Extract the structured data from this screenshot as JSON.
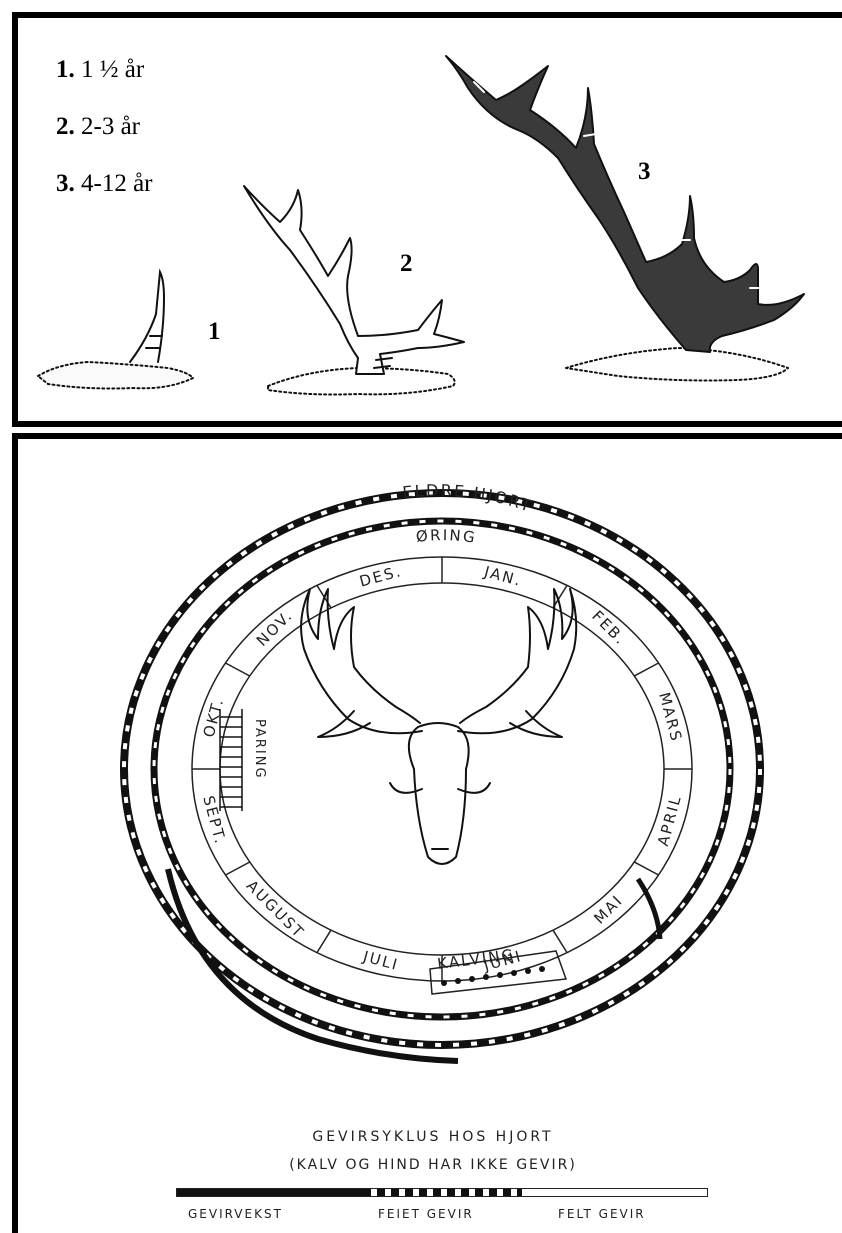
{
  "legend": {
    "items": [
      {
        "num": "1.",
        "text": " 1 ½ år"
      },
      {
        "num": "2.",
        "text": " 2-3 år"
      },
      {
        "num": "3.",
        "text": " 4-12 år"
      }
    ]
  },
  "antler_labels": {
    "one": "1",
    "two": "2",
    "three": "3"
  },
  "cycle": {
    "outer_ring_label": "ELDRE HJORT",
    "inner_ring_label": "ØRING",
    "months": [
      "DES.",
      "JAN.",
      "FEB.",
      "MARS",
      "APRIL",
      "MAI",
      "JUNI",
      "JULI",
      "AUGUST",
      "SEPT.",
      "OKT.",
      "NOV."
    ],
    "paring_label": "PARING",
    "kalving_label": "KALVING",
    "title": "GEVIRSYKLUS HOS HJORT",
    "subtitle": "(KALV OG HIND HAR IKKE GEVIR)",
    "key": {
      "growth": "GEVIRVEKST",
      "swept": "FEIET GEVIR",
      "shed": "FELT GEVIR"
    }
  }
}
